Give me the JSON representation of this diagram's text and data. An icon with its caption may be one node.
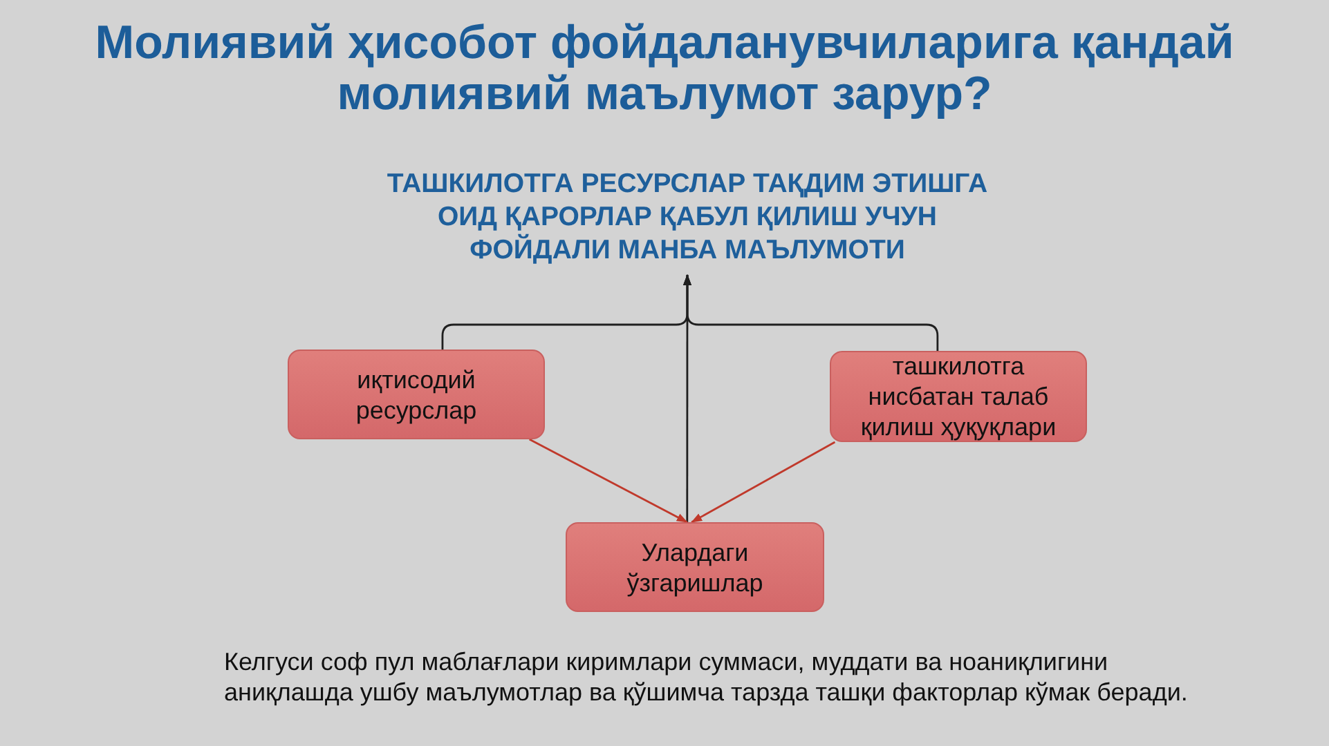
{
  "diagram": {
    "title": "Молиявий ҳисобот фойдаланувчиларига қандай молиявий маълумот зарур?",
    "nodes": [
      {
        "text": [
          "ТАШКИЛОТГА РЕСУРСЛАР ТАҚДИМ ЭТИШГА ОИД ҚАРОРЛАР ҚАБУЛ ҚИЛИШ УЧУН ФОЙДАЛИ МАНБА МАЪЛУМОТИ"
        ]
      },
      {
        "text": [
          "иқтисодий ресурслар"
        ]
      },
      {
        "text": [
          "ташкилотга нисбатан талаб қилиш ҳуқуқлари"
        ]
      },
      {
        "text": [
          "Улардаги ўзгаришлар"
        ]
      }
    ],
    "edges": [
      {
        "from": 1,
        "to": 0,
        "arrow": "to"
      },
      {
        "from": 2,
        "to": 0,
        "arrow": "to"
      },
      {
        "from": 3,
        "to": 0,
        "arrow": "to"
      },
      {
        "from": 1,
        "to": 3,
        "arrow": "to",
        "color": "#c0392b"
      },
      {
        "from": 2,
        "to": 3,
        "arrow": "to",
        "color": "#c0392b"
      }
    ],
    "labels": [
      "Келгуси соф пул маблағлари киримлари суммаси, муддати ва ноаниқлигини аниқлашда ушбу маълумотлар ва қўшимча тарзда ташқи факторлар кўмак беради."
    ]
  }
}
